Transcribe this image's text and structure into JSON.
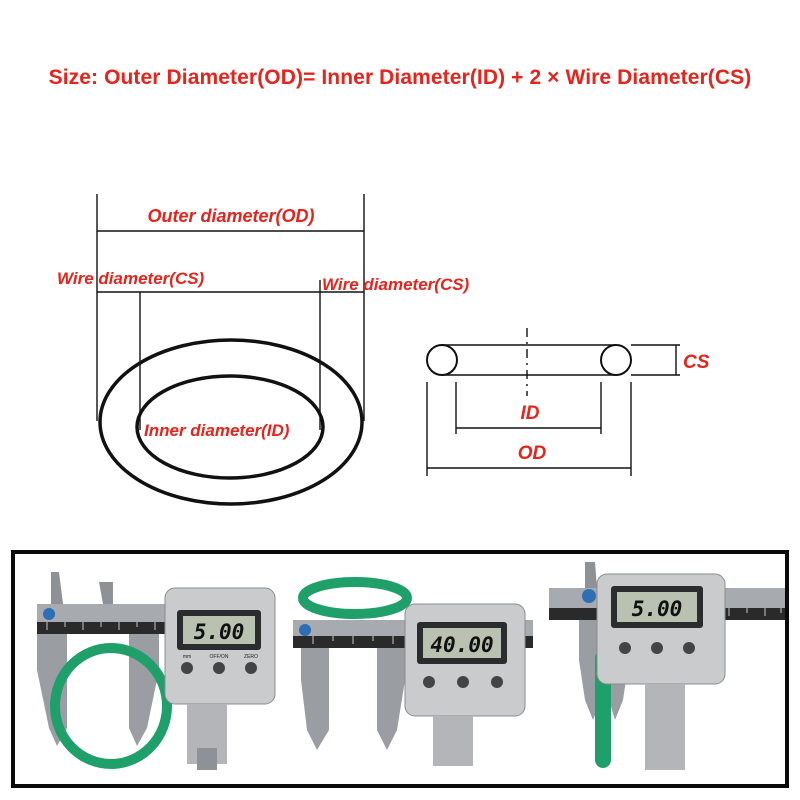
{
  "formula": {
    "text": "Size: Outer Diameter(OD)= Inner Diameter(ID) + 2 × Wire Diameter(CS)"
  },
  "ring_diagram": {
    "outer_label": "Outer diameter(OD)",
    "wire_left_label": "Wire diameter(CS)",
    "wire_right_label": "Wire diameter(CS)",
    "inner_label": "Inner diameter(ID)"
  },
  "section_diagram": {
    "cs_label": "CS",
    "id_label": "ID",
    "od_label": "OD"
  },
  "photos": [
    {
      "reading": "5.00",
      "ring_color": "#1fa06a",
      "view": "face"
    },
    {
      "reading": "40.00",
      "ring_color": "#1fa06a",
      "view": "outer"
    },
    {
      "reading": "5.00",
      "ring_color": "#1fa06a",
      "view": "cross-section"
    }
  ],
  "caliper": {
    "button_labels": [
      "mm",
      "OFF/ON",
      "ZERO"
    ]
  },
  "colors": {
    "label_red": "#e5241c",
    "line_black": "#111111",
    "ring_green": "#1fa06a"
  }
}
